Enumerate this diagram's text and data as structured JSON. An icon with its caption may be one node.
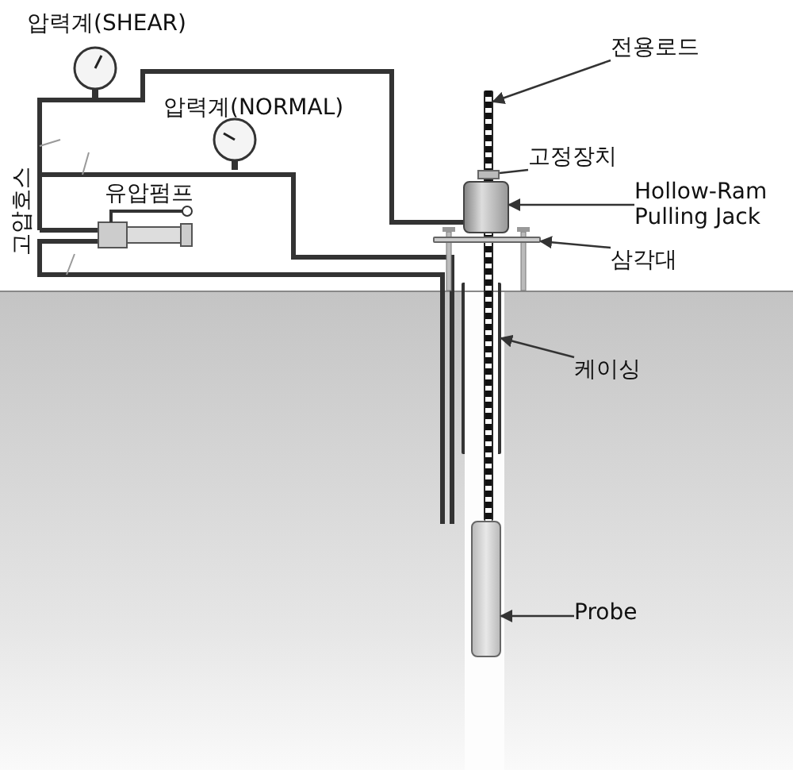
{
  "diagram": {
    "nodes": [
      {
        "text": [
          "전용로드"
        ]
      },
      {
        "text": [],
        "shape": "bar"
      },
      {
        "text": [
          "고정장치"
        ]
      },
      {
        "text": [],
        "shape": "box"
      },
      {
        "text": [
          "Hollow-Ram Pulling Jack"
        ]
      },
      {
        "text": [],
        "shape": "cylinder"
      },
      {
        "text": [
          "삼각대"
        ]
      },
      {
        "text": [],
        "shape": "bar"
      },
      {
        "text": [
          "케이싱"
        ]
      },
      {
        "text": [],
        "shape": "bar"
      },
      {
        "text": [
          "Probe"
        ]
      },
      {
        "text": [],
        "shape": "cylinder"
      }
    ],
    "edges": [
      {
        "from": 0,
        "to": 1,
        "arrow": "to"
      },
      {
        "from": 2,
        "to": 3,
        "arrow": "none"
      },
      {
        "from": 4,
        "to": 5,
        "arrow": "to"
      },
      {
        "from": 6,
        "to": 7,
        "arrow": "to"
      },
      {
        "from": 8,
        "to": 9,
        "arrow": "to"
      },
      {
        "from": 10,
        "to": 11,
        "arrow": "to"
      }
    ],
    "labels": [
      "압력계(SHEAR)",
      "압력계(NORMAL)",
      "유압펌프",
      "고압호스"
    ]
  }
}
